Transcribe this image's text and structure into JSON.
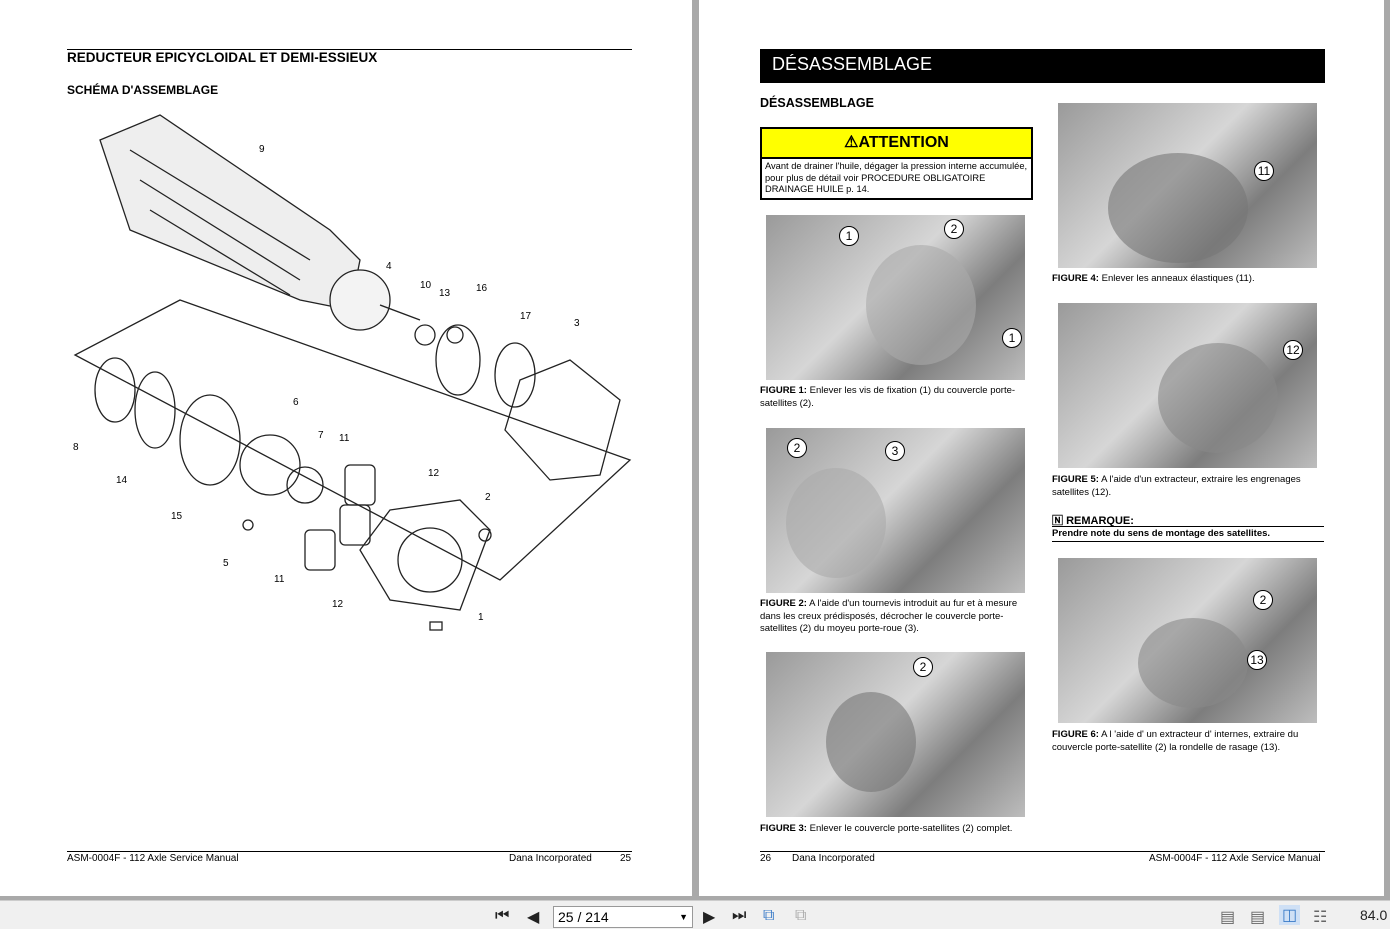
{
  "left_page": {
    "title": "REDUCTEUR EPICYCLOIDAL ET DEMI-ESSIEUX",
    "subtitle": "SCHÉMA D'ASSEMBLAGE",
    "diagram_labels": [
      "9",
      "4",
      "10",
      "13",
      "16",
      "17",
      "3",
      "6",
      "7",
      "11",
      "12",
      "2",
      "8",
      "14",
      "15",
      "5",
      "11",
      "12",
      "1"
    ],
    "footer_left": "ASM-0004F - 112 Axle Service Manual",
    "footer_company": "Dana Incorporated",
    "footer_page": "25"
  },
  "right_page": {
    "banner": "DÉSASSEMBLAGE",
    "section_title": "DÉSASSEMBLAGE",
    "attention": {
      "title": "ATTENTION",
      "text": "Avant de drainer l'huile, dégager la pression interne accumulée, pour plus de détail voir PROCEDURE OBLIGATOIRE DRAINAGE HUILE p. 14."
    },
    "figures": [
      {
        "label": "FIGURE 1:",
        "text": " Enlever les vis de fixation (1) du couvercle porte-satellites (2).",
        "callouts": [
          "1",
          "2",
          "1"
        ]
      },
      {
        "label": "FIGURE 2:",
        "text": " A l'aide d'un tournevis introduit au fur et à mesure dans les creux prédisposés, décrocher le couvercle porte-satellites (2) du moyeu porte-roue (3).",
        "callouts": [
          "2",
          "3"
        ]
      },
      {
        "label": "FIGURE 3:",
        "text": " Enlever le couvercle porte-satellites (2) complet.",
        "callouts": [
          "2"
        ]
      },
      {
        "label": "FIGURE 4:",
        "text": " Enlever les anneaux élastiques (11).",
        "callouts": [
          "11"
        ]
      },
      {
        "label": "FIGURE 5:",
        "text": " A l'aide d'un extracteur, extraire les engrenages satellites (12).",
        "callouts": [
          "12"
        ]
      },
      {
        "label": "FIGURE 6:",
        "text": " A l 'aide d' un extracteur d' internes, extraire du couvercle porte-satellite (2) la rondelle de rasage (13).",
        "callouts": [
          "2",
          "13"
        ]
      }
    ],
    "remark": {
      "title": "REMARQUE:",
      "text": "Prendre note du sens de montage des satellites."
    },
    "footer_page": "26",
    "footer_company": "Dana Incorporated",
    "footer_right": "ASM-0004F - 112 Axle Service Manual"
  },
  "toolbar": {
    "page_field": "25 / 214",
    "zoom": "84.0"
  }
}
